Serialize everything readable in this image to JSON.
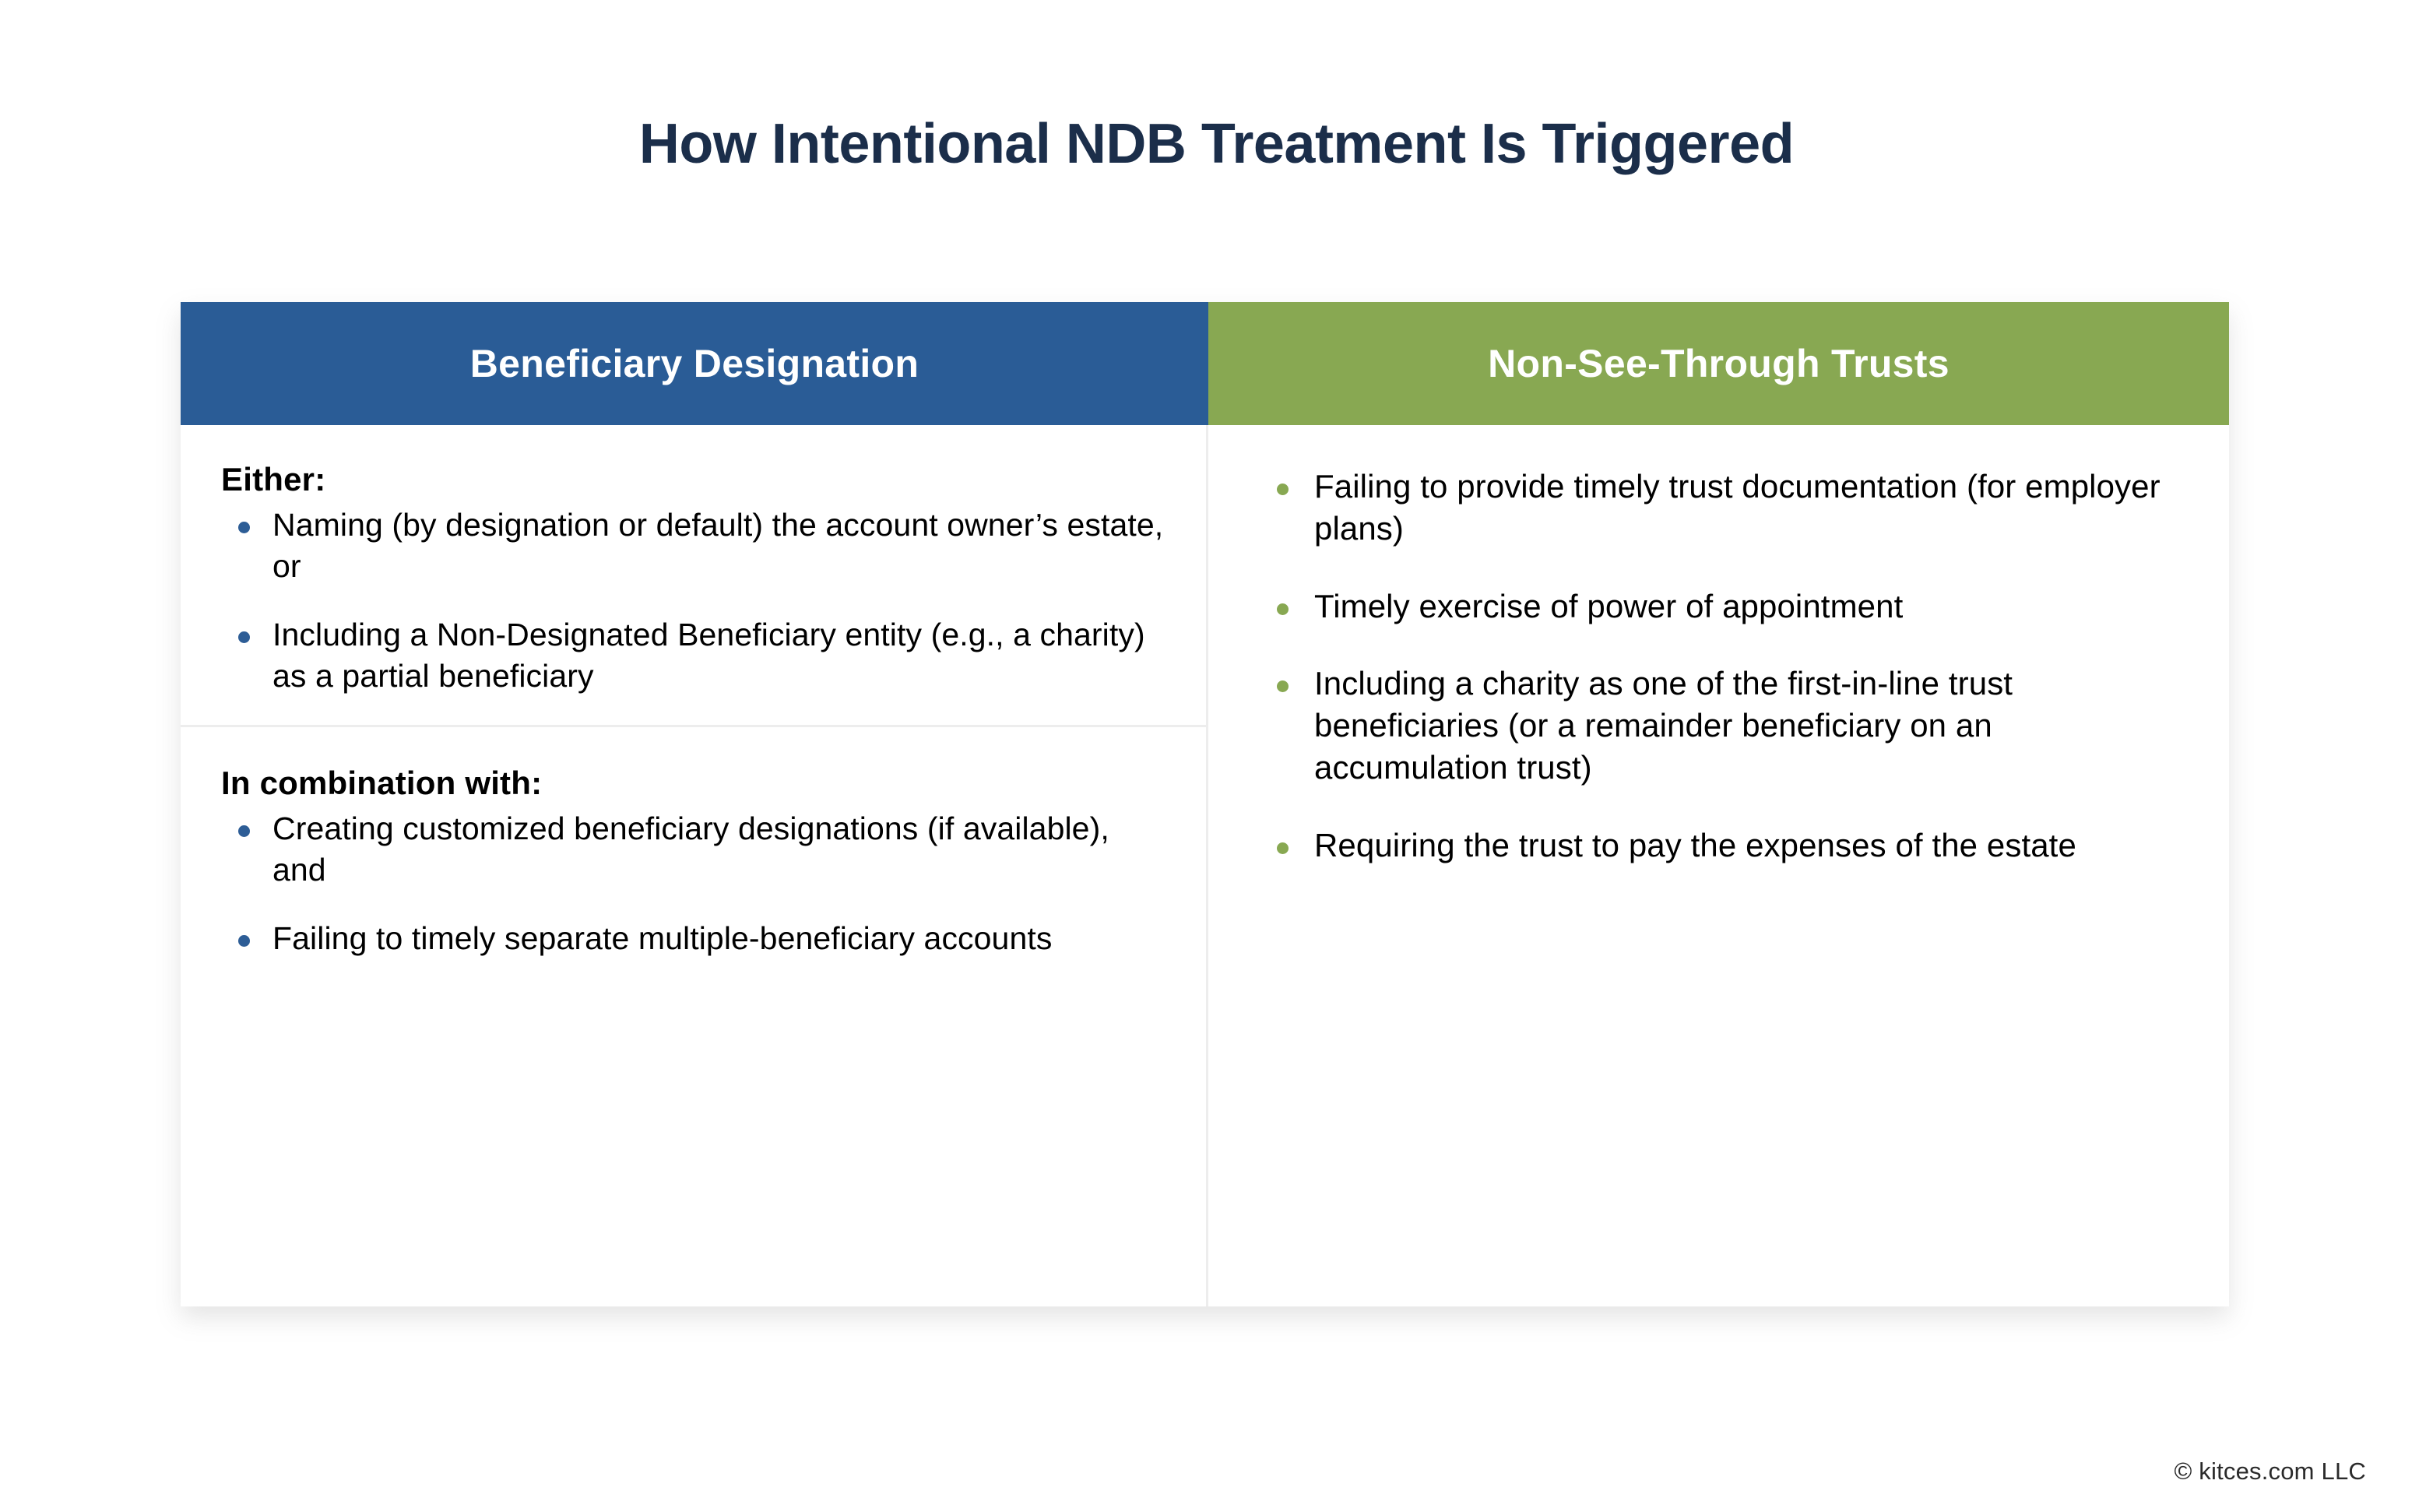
{
  "title": "How Intentional NDB Treatment Is Triggered",
  "colors": {
    "title_color": "#1B2E4A",
    "header_blue": "#2A5C96",
    "header_green": "#88A852",
    "bullet_blue": "#2D5D96",
    "bullet_green": "#88A852",
    "divider": "#EDEDED",
    "body_text": "#000000",
    "page_background": "#FFFFFF"
  },
  "table": {
    "columns": [
      {
        "header": "Beneficiary Designation",
        "header_background": "#2A5C96",
        "sections": [
          {
            "heading": "Either:",
            "bullets": [
              "Naming (by designation or default) the account owner’s estate, or",
              "Including a Non-Designated Beneficiary entity (e.g., a charity) as a partial beneficiary"
            ]
          },
          {
            "heading": "In combination with:",
            "bullets": [
              "Creating customized beneficiary designations (if available), and",
              "Failing to timely separate multiple-beneficiary accounts"
            ]
          }
        ]
      },
      {
        "header": "Non-See-Through Trusts",
        "header_background": "#88A852",
        "sections": [
          {
            "heading": "",
            "bullets": [
              "Failing to provide timely trust documentation (for employer plans)",
              "Timely exercise of power of appointment",
              "Including a charity as one of the first-in-line trust beneficiaries (or a remainder beneficiary on an accumulation trust)",
              "Requiring the trust to pay the expenses of the estate"
            ]
          }
        ]
      }
    ]
  },
  "footer": {
    "credit": "© kitces.com LLC"
  }
}
